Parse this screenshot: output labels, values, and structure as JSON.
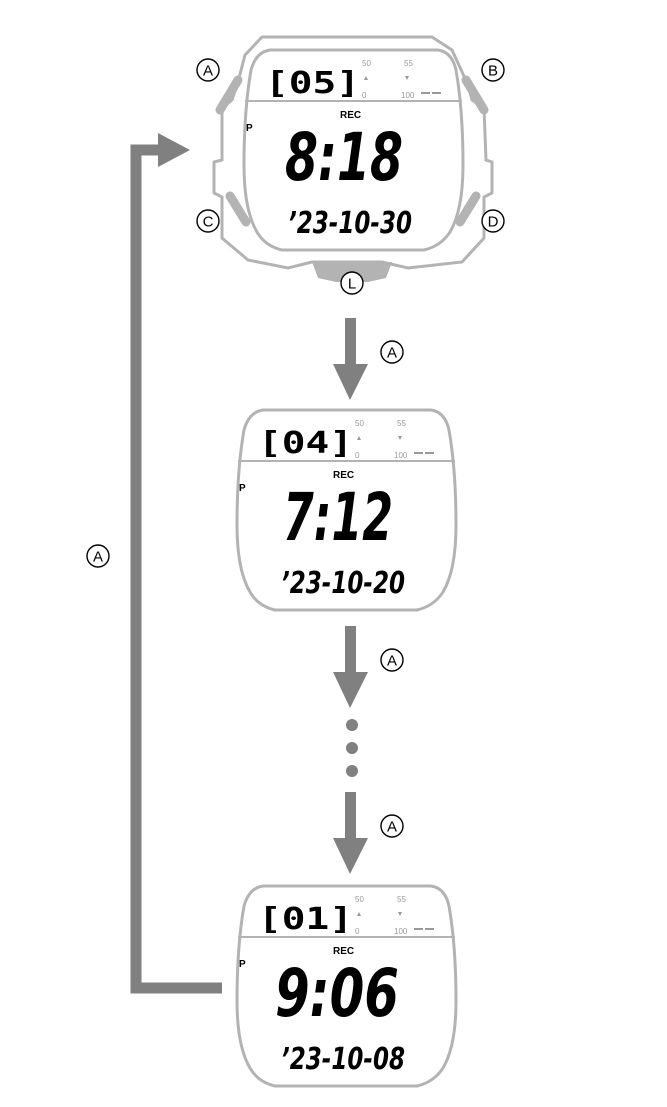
{
  "buttons": {
    "a": "A",
    "b": "B",
    "c": "C",
    "d": "D",
    "l": "L"
  },
  "step_button_label": "A",
  "loop_button_label": "A",
  "ellipsis_dots": 3,
  "scale_labels": {
    "top_left": "50",
    "top_right": "55",
    "bottom_left": "0",
    "bottom_right": "100"
  },
  "screens": [
    {
      "record": "[05]",
      "rec": "REC",
      "p": "P",
      "time": "8:18",
      "date": "’23-10-30"
    },
    {
      "record": "[04]",
      "rec": "REC",
      "p": "P",
      "time": "7:12",
      "date": "’23-10-20"
    },
    {
      "record": "[01]",
      "rec": "REC",
      "p": "P",
      "time": "9:06",
      "date": "’23-10-08"
    }
  ],
  "colors": {
    "arrow": "#808080",
    "watch_outline": "#b3b3b3",
    "lcd_text": "#000000",
    "label_gray": "#999999"
  }
}
